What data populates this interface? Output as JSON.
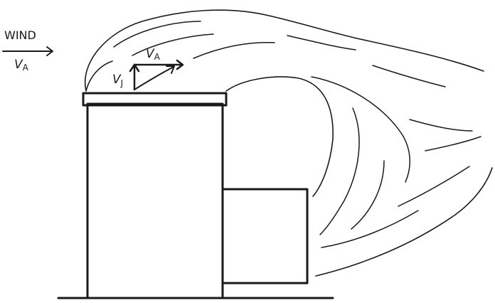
{
  "wind_legend": {
    "title": "WIND",
    "velocity_symbol": "V",
    "velocity_subscript": "A"
  },
  "jet_vector": {
    "symbol": "V",
    "subscript": "J"
  },
  "ambient_vector": {
    "symbol": "V",
    "subscript": "A"
  },
  "colors": {
    "ink": "#1a1a1a",
    "background": "#ffffff"
  }
}
